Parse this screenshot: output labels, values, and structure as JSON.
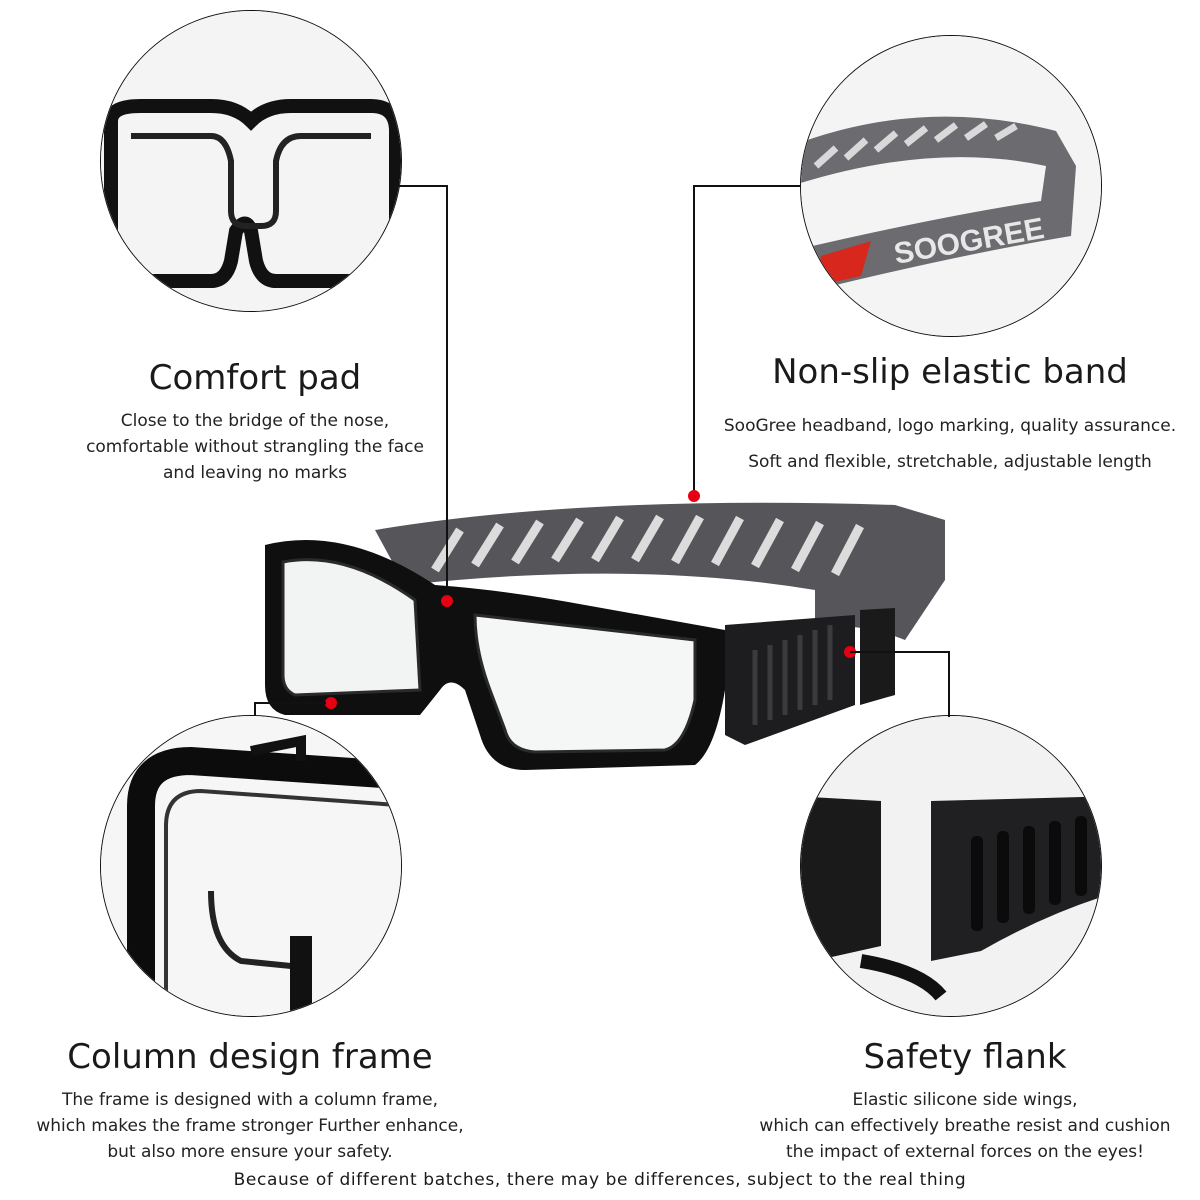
{
  "features": {
    "comfort_pad": {
      "title": "Comfort pad",
      "lines": [
        "Close to the bridge of the nose,",
        "comfortable without strangling the face",
        "and leaving no marks"
      ]
    },
    "elastic_band": {
      "title": "Non-slip elastic band",
      "lines": [
        "SooGree headband, logo marking, quality assurance.",
        "Soft and flexible, stretchable, adjustable length"
      ],
      "logo": "SOOGREE"
    },
    "column_frame": {
      "title": "Column design frame",
      "lines": [
        "The frame is designed with a column frame,",
        "which makes the frame stronger Further enhance,",
        "but also more ensure your safety."
      ]
    },
    "safety_flank": {
      "title": "Safety flank",
      "lines": [
        "Elastic silicone side wings,",
        "which can effectively breathe resist and cushion",
        "the impact of external forces on the eyes!"
      ]
    }
  },
  "footer": "Because of different batches, there may be differences, subject to the real thing",
  "colors": {
    "marker": "#e60012",
    "frame": "#111111",
    "band_gray": "#6b6b70",
    "band_stripe": "#d9d9d9",
    "logo_red": "#d8271c"
  },
  "icons": [
    "comfort-pad-closeup",
    "elastic-band-closeup",
    "column-frame-closeup",
    "safety-flank-closeup",
    "goggles-product-image"
  ]
}
